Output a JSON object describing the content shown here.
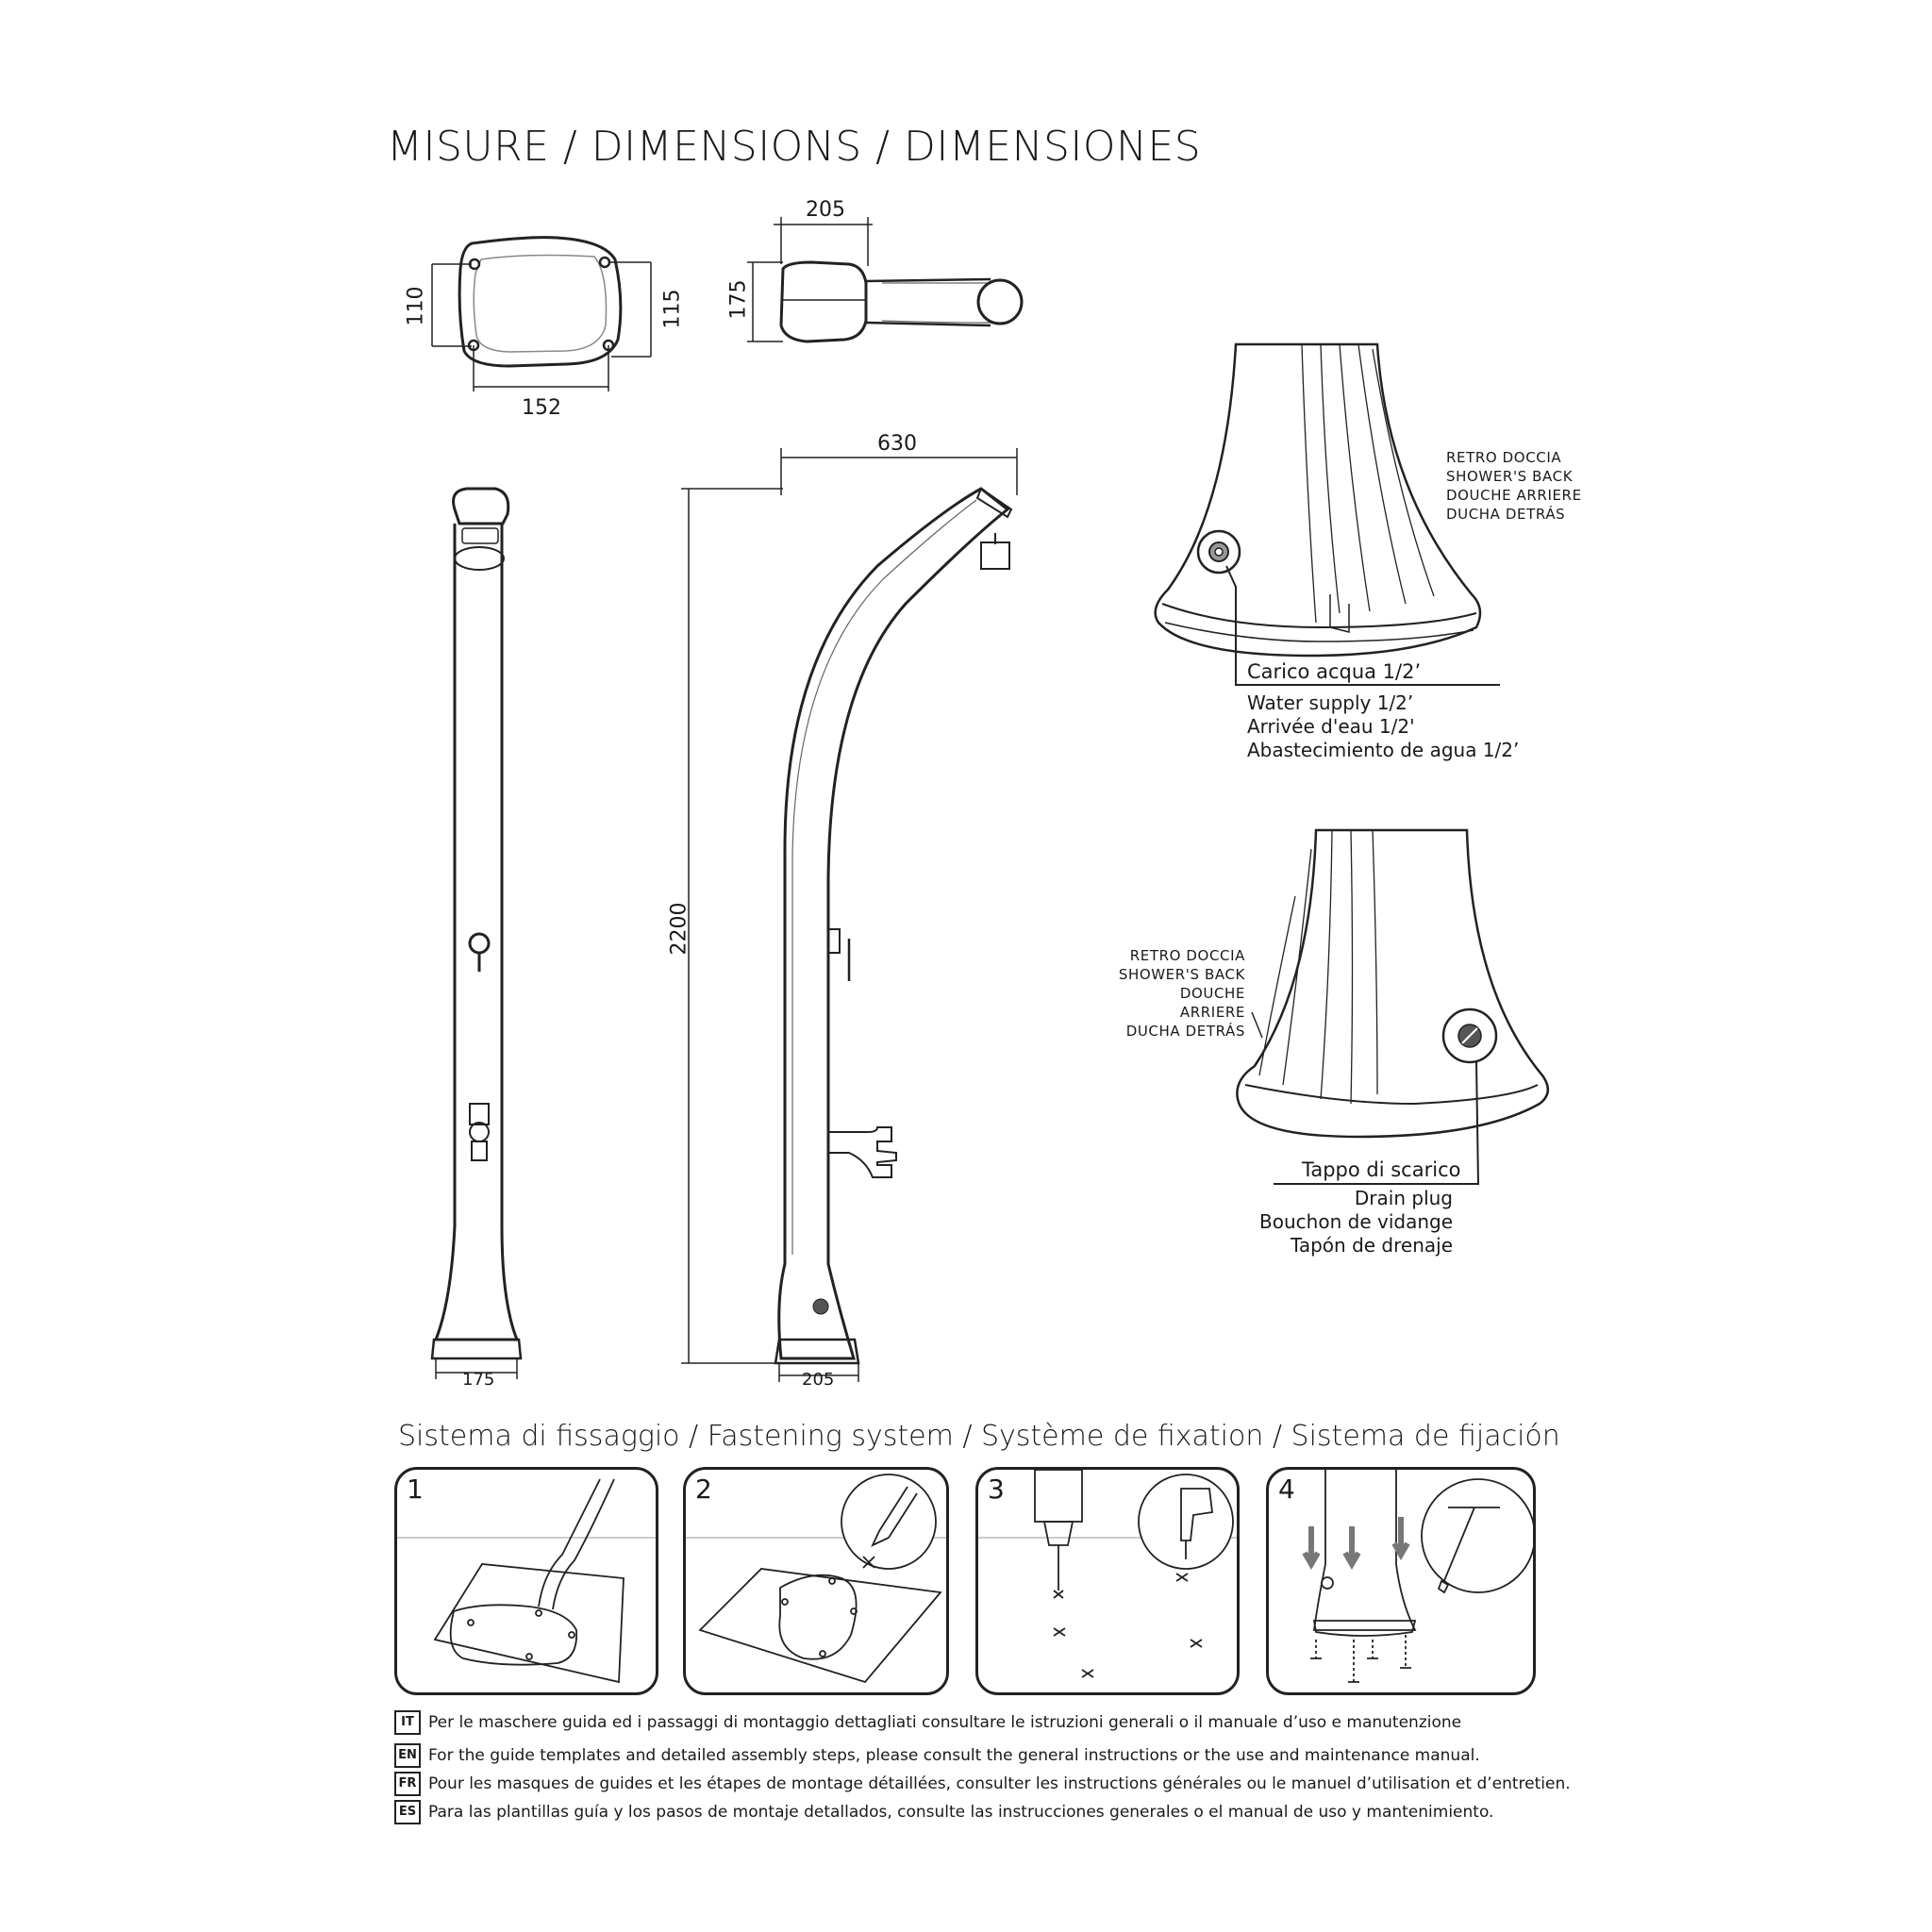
{
  "header": {
    "title": "MISURE / DIMENSIONS / DIMENSIONES"
  },
  "dimensions": {
    "top_view_width": "152",
    "top_view_left": "110",
    "top_view_right": "115",
    "head_width": "205",
    "head_height": "175",
    "front_base": "175",
    "side_reach": "630",
    "side_height": "2200",
    "side_base": "205"
  },
  "back_view_1": {
    "label": [
      "RETRO DOCCIA",
      "SHOWER'S BACK",
      "DOUCHE ARRIERE",
      "DUCHA DETRÁS"
    ],
    "callout_main": "Carico acqua  1/2’",
    "callout_lines": [
      "Water supply 1/2’",
      "Arrivée d'eau 1/2'",
      "Abastecimiento de agua 1/2’"
    ]
  },
  "back_view_2": {
    "label": [
      "RETRO DOCCIA",
      "SHOWER'S BACK",
      "DOUCHE ARRIERE",
      "DUCHA DETRÁS"
    ],
    "callout_main": "Tappo di scarico",
    "callout_lines": [
      "Drain plug",
      "Bouchon de vidange",
      "Tapón de drenaje"
    ]
  },
  "fastening": {
    "title": "Sistema di fissaggio / Fastening system / Système de fixation / Sistema de fijación",
    "steps": [
      "1",
      "2",
      "3",
      "4"
    ]
  },
  "notes": [
    {
      "lang": "IT",
      "text": "Per le maschere guida ed i passaggi di montaggio dettagliati consultare le istruzioni generali o il manuale d’uso e manutenzione"
    },
    {
      "lang": "EN",
      "text": "For the guide templates and detailed assembly steps, please consult the general instructions or the use and maintenance manual."
    },
    {
      "lang": "FR",
      "text": "Pour les masques de guides et les étapes de montage détaillées, consulter les instructions générales ou le manuel d’utilisation et d’entretien."
    },
    {
      "lang": "ES",
      "text": "Para las plantillas guía y los pasos de montaje detallados, consulte las instrucciones generales o el manual de uso y mantenimiento."
    }
  ]
}
